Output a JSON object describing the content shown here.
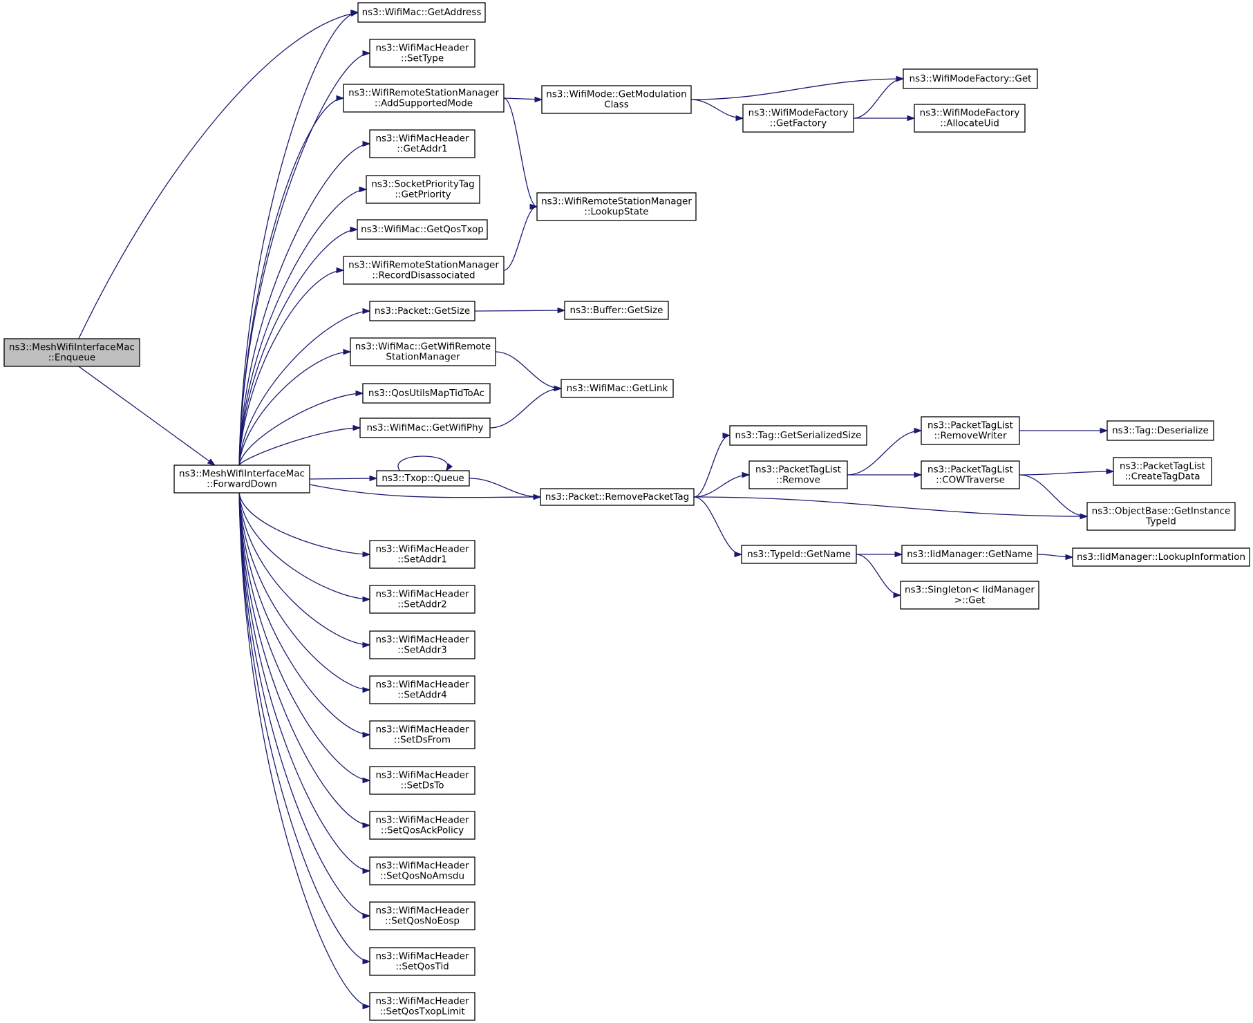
{
  "colors": {
    "edge": "#191970",
    "node_fill": "#ffffff",
    "root_fill": "#bfbfbf",
    "border": "#000000"
  },
  "nodes": [
    {
      "id": "enqueue",
      "lines": [
        "ns3::MeshWifiInterfaceMac",
        "::Enqueue"
      ],
      "root": true
    },
    {
      "id": "forwarddown",
      "lines": [
        "ns3::MeshWifiInterfaceMac",
        "::ForwardDown"
      ]
    },
    {
      "id": "getaddress",
      "lines": [
        "ns3::WifiMac::GetAddress"
      ]
    },
    {
      "id": "settype",
      "lines": [
        "ns3::WifiMacHeader",
        "::SetType"
      ]
    },
    {
      "id": "addsupportedmode",
      "lines": [
        "ns3::WifiRemoteStationManager",
        "::AddSupportedMode"
      ]
    },
    {
      "id": "getaddr1",
      "lines": [
        "ns3::WifiMacHeader",
        "::GetAddr1"
      ]
    },
    {
      "id": "getpriority",
      "lines": [
        "ns3::SocketPriorityTag",
        "::GetPriority"
      ]
    },
    {
      "id": "getqostxop",
      "lines": [
        "ns3::WifiMac::GetQosTxop"
      ]
    },
    {
      "id": "recorddisassociated",
      "lines": [
        "ns3::WifiRemoteStationManager",
        "::RecordDisassociated"
      ]
    },
    {
      "id": "packetgetsize",
      "lines": [
        "ns3::Packet::GetSize"
      ]
    },
    {
      "id": "getwifiremote",
      "lines": [
        "ns3::WifiMac::GetWifiRemote",
        "StationManager"
      ]
    },
    {
      "id": "qosutils",
      "lines": [
        "ns3::QosUtilsMapTidToAc"
      ]
    },
    {
      "id": "getwifiphy",
      "lines": [
        "ns3::WifiMac::GetWifiPhy"
      ]
    },
    {
      "id": "txopqueue",
      "lines": [
        "ns3::Txop::Queue"
      ]
    },
    {
      "id": "removepackettag",
      "lines": [
        "ns3::Packet::RemovePacketTag"
      ]
    },
    {
      "id": "setaddr1",
      "lines": [
        "ns3::WifiMacHeader",
        "::SetAddr1"
      ]
    },
    {
      "id": "setaddr2",
      "lines": [
        "ns3::WifiMacHeader",
        "::SetAddr2"
      ]
    },
    {
      "id": "setaddr3",
      "lines": [
        "ns3::WifiMacHeader",
        "::SetAddr3"
      ]
    },
    {
      "id": "setaddr4",
      "lines": [
        "ns3::WifiMacHeader",
        "::SetAddr4"
      ]
    },
    {
      "id": "setdsfrom",
      "lines": [
        "ns3::WifiMacHeader",
        "::SetDsFrom"
      ]
    },
    {
      "id": "setdsto",
      "lines": [
        "ns3::WifiMacHeader",
        "::SetDsTo"
      ]
    },
    {
      "id": "setqosackpolicy",
      "lines": [
        "ns3::WifiMacHeader",
        "::SetQosAckPolicy"
      ]
    },
    {
      "id": "setqosnoamsdu",
      "lines": [
        "ns3::WifiMacHeader",
        "::SetQosNoAmsdu"
      ]
    },
    {
      "id": "setqosnoeosp",
      "lines": [
        "ns3::WifiMacHeader",
        "::SetQosNoEosp"
      ]
    },
    {
      "id": "setqostid",
      "lines": [
        "ns3::WifiMacHeader",
        "::SetQosTid"
      ]
    },
    {
      "id": "setqostxoplimit",
      "lines": [
        "ns3::WifiMacHeader",
        "::SetQosTxopLimit"
      ]
    },
    {
      "id": "getmodulationclass",
      "lines": [
        "ns3::WifiMode::GetModulation",
        "Class"
      ]
    },
    {
      "id": "lookupstate",
      "lines": [
        "ns3::WifiRemoteStationManager",
        "::LookupState"
      ]
    },
    {
      "id": "buffergetsize",
      "lines": [
        "ns3::Buffer::GetSize"
      ]
    },
    {
      "id": "getlink",
      "lines": [
        "ns3::WifiMac::GetLink"
      ]
    },
    {
      "id": "modefactoryget",
      "lines": [
        "ns3::WifiModeFactory::Get"
      ]
    },
    {
      "id": "getfactory",
      "lines": [
        "ns3::WifiModeFactory",
        "::GetFactory"
      ]
    },
    {
      "id": "allocateuid",
      "lines": [
        "ns3::WifiModeFactory",
        "::AllocateUid"
      ]
    },
    {
      "id": "tagserializedsize",
      "lines": [
        "ns3::Tag::GetSerializedSize"
      ]
    },
    {
      "id": "ptlremove",
      "lines": [
        "ns3::PacketTagList",
        "::Remove"
      ]
    },
    {
      "id": "typeidgetname",
      "lines": [
        "ns3::TypeId::GetName"
      ]
    },
    {
      "id": "removewriter",
      "lines": [
        "ns3::PacketTagList",
        "::RemoveWriter"
      ]
    },
    {
      "id": "cowtraverse",
      "lines": [
        "ns3::PacketTagList",
        "::COWTraverse"
      ]
    },
    {
      "id": "iidgetname",
      "lines": [
        "ns3::IidManager::GetName"
      ]
    },
    {
      "id": "singletonget",
      "lines": [
        "ns3::Singleton< IidManager",
        ">::Get"
      ]
    },
    {
      "id": "tagdeserialize",
      "lines": [
        "ns3::Tag::Deserialize"
      ]
    },
    {
      "id": "createtagdata",
      "lines": [
        "ns3::PacketTagList",
        "::CreateTagData"
      ]
    },
    {
      "id": "getinstancetypeid",
      "lines": [
        "ns3::ObjectBase::GetInstance",
        "TypeId"
      ]
    },
    {
      "id": "lookupinformation",
      "lines": [
        "ns3::IidManager::LookupInformation"
      ]
    }
  ],
  "edges": [
    [
      "enqueue",
      "getaddress"
    ],
    [
      "enqueue",
      "forwarddown"
    ],
    [
      "forwarddown",
      "getaddress"
    ],
    [
      "forwarddown",
      "settype"
    ],
    [
      "forwarddown",
      "addsupportedmode"
    ],
    [
      "forwarddown",
      "getaddr1"
    ],
    [
      "forwarddown",
      "getpriority"
    ],
    [
      "forwarddown",
      "getqostxop"
    ],
    [
      "forwarddown",
      "recorddisassociated"
    ],
    [
      "forwarddown",
      "packetgetsize"
    ],
    [
      "forwarddown",
      "getwifiremote"
    ],
    [
      "forwarddown",
      "qosutils"
    ],
    [
      "forwarddown",
      "getwifiphy"
    ],
    [
      "forwarddown",
      "txopqueue"
    ],
    [
      "forwarddown",
      "removepackettag"
    ],
    [
      "forwarddown",
      "setaddr1"
    ],
    [
      "forwarddown",
      "setaddr2"
    ],
    [
      "forwarddown",
      "setaddr3"
    ],
    [
      "forwarddown",
      "setaddr4"
    ],
    [
      "forwarddown",
      "setdsfrom"
    ],
    [
      "forwarddown",
      "setdsto"
    ],
    [
      "forwarddown",
      "setqosackpolicy"
    ],
    [
      "forwarddown",
      "setqosnoamsdu"
    ],
    [
      "forwarddown",
      "setqosnoeosp"
    ],
    [
      "forwarddown",
      "setqostid"
    ],
    [
      "forwarddown",
      "setqostxoplimit"
    ],
    [
      "addsupportedmode",
      "getmodulationclass"
    ],
    [
      "addsupportedmode",
      "lookupstate"
    ],
    [
      "recorddisassociated",
      "lookupstate"
    ],
    [
      "packetgetsize",
      "buffergetsize"
    ],
    [
      "getwifiremote",
      "getlink"
    ],
    [
      "getwifiphy",
      "getlink"
    ],
    [
      "txopqueue",
      "txopqueue"
    ],
    [
      "txopqueue",
      "removepackettag"
    ],
    [
      "getmodulationclass",
      "modefactoryget"
    ],
    [
      "getmodulationclass",
      "getfactory"
    ],
    [
      "getfactory",
      "modefactoryget"
    ],
    [
      "getfactory",
      "allocateuid"
    ],
    [
      "removepackettag",
      "tagserializedsize"
    ],
    [
      "removepackettag",
      "ptlremove"
    ],
    [
      "removepackettag",
      "getinstancetypeid"
    ],
    [
      "removepackettag",
      "typeidgetname"
    ],
    [
      "ptlremove",
      "removewriter"
    ],
    [
      "ptlremove",
      "cowtraverse"
    ],
    [
      "removewriter",
      "tagdeserialize"
    ],
    [
      "cowtraverse",
      "createtagdata"
    ],
    [
      "cowtraverse",
      "getinstancetypeid"
    ],
    [
      "typeidgetname",
      "iidgetname"
    ],
    [
      "typeidgetname",
      "singletonget"
    ],
    [
      "iidgetname",
      "lookupinformation"
    ]
  ]
}
